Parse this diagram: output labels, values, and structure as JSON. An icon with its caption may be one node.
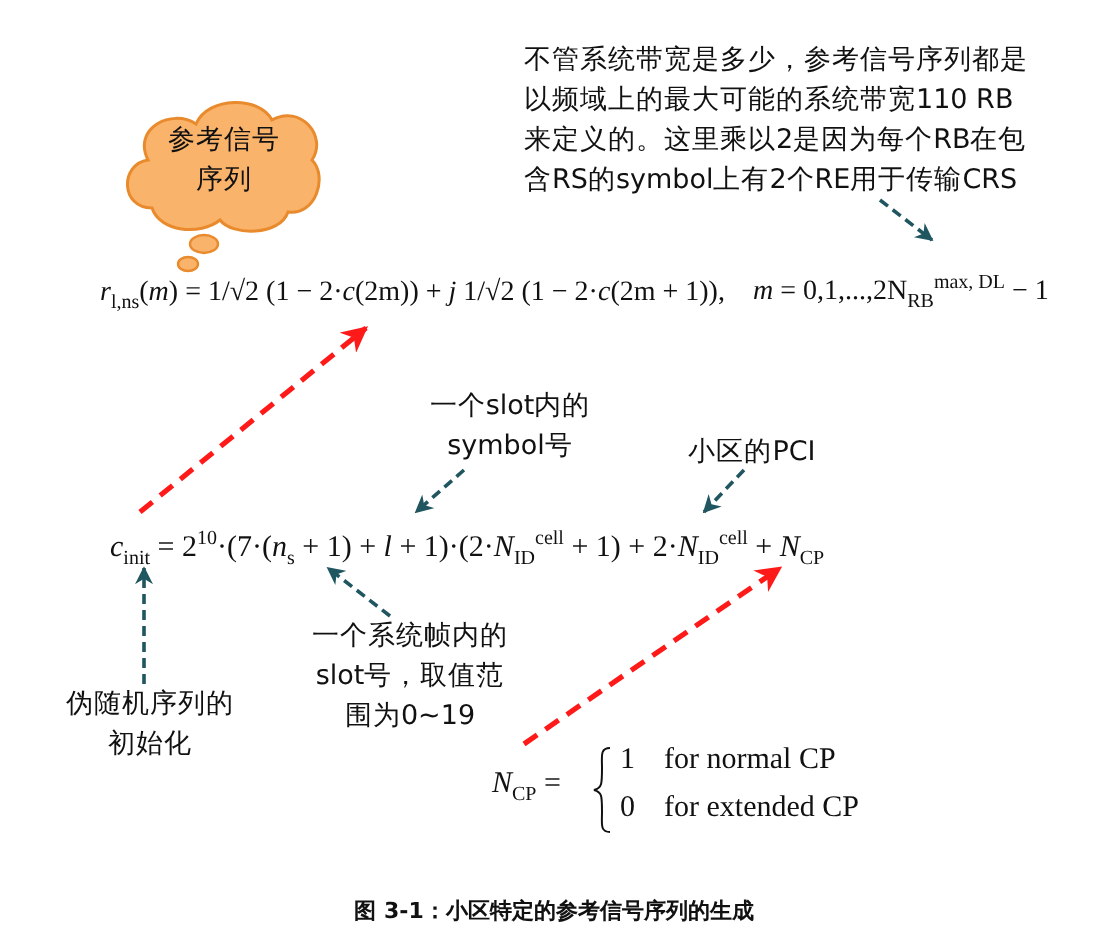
{
  "diagram": {
    "caption": "图 3-1：小区特定的参考信号序列的生成",
    "nodes": [
      {
        "text": [
          "参考信号序列"
        ]
      },
      {
        "text": [
          "不管系统带宽是多少，参考信号序列都是以频域上的最大可能的系统带宽110 RB来定义的。这里乘以2是因为每个RB在包含RS的symbol上有2个RE用于传输CRS"
        ]
      },
      {
        "text": [
          "*r*$_{l,ns}$(*m*) = 1/√2 (1 − 2·*c*(2m)) + *j* 1/√2 (1 − 2·*c*(2m + 1)),"
        ],
        "beside": [
          "*m* = 0,1,...,2N$_{RB}$$^{max, DL}$ − 1"
        ]
      },
      {
        "text": [
          "*c*$_{init}$ = 2$^{10}$·(7·(*n*$_{s}$ + 1) + *l* + 1)·(2·*N*$_{ID}$$^{cell}$ + 1) + 2·*N*$_{ID}$$^{cell}$ + *N*$_{CP}$"
        ]
      },
      {
        "text": [
          "一个slot内的symbol号"
        ]
      },
      {
        "text": [
          "小区的PCI"
        ]
      },
      {
        "text": [
          "一个系统帧内的slot号，取值范围为0~19"
        ]
      },
      {
        "text": [
          "伪随机序列的初始化"
        ]
      },
      {
        "text": [
          "*N*$_{CP}$ =",
          "1",
          "for normal CP",
          "0",
          "for extended CP"
        ]
      }
    ],
    "edges": [
      {
        "from": 1,
        "to": 2,
        "arrow": "to",
        "style": "dashed"
      },
      {
        "from": 3,
        "to": 2,
        "arrow": "to",
        "style": "dashed",
        "color": "#ff1a1a"
      },
      {
        "from": 4,
        "to": 3,
        "arrow": "to",
        "style": "dashed"
      },
      {
        "from": 5,
        "to": 3,
        "arrow": "to",
        "style": "dashed"
      },
      {
        "from": 6,
        "to": 3,
        "arrow": "to",
        "style": "dashed"
      },
      {
        "from": 7,
        "to": 3,
        "arrow": "to",
        "style": "dashed"
      },
      {
        "from": 8,
        "to": 3,
        "arrow": "to",
        "style": "dashed",
        "color": "#ff1a1a"
      }
    ]
  }
}
